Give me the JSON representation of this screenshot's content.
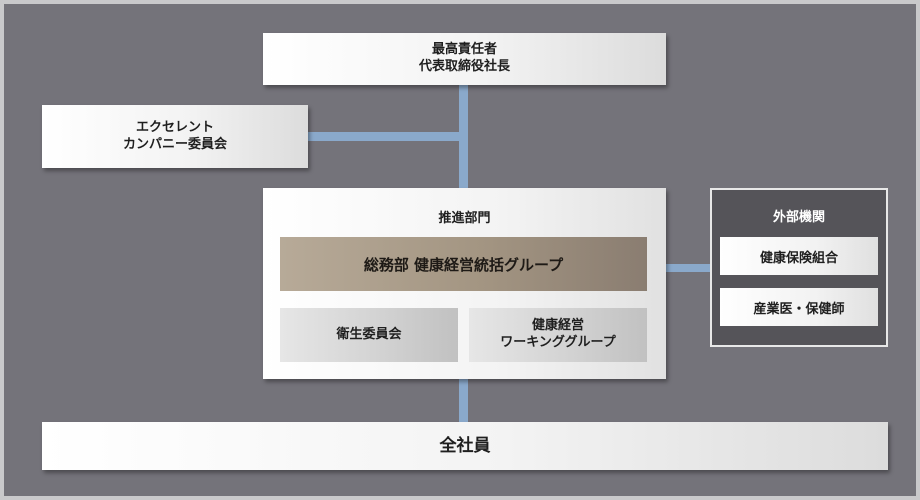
{
  "top": {
    "lines": [
      "最高責任者",
      "代表取締役社長"
    ]
  },
  "excellent_committee": {
    "lines": [
      "エクセレント",
      "カンパニー委員会"
    ]
  },
  "promotion": {
    "title": "推進部門",
    "general_affairs": "総務部 健康経営統括グループ",
    "sanitation_committee": "衛生委員会",
    "health_wg": {
      "lines": [
        "健康経営",
        "ワーキンググループ"
      ]
    }
  },
  "external": {
    "title": "外部機関",
    "items": [
      "健康保険組合",
      "産業医・保健師"
    ]
  },
  "all_employees": "全社員",
  "colors": {
    "background": "#74737a",
    "connector": "#8aa9cb",
    "accent_bar": "#a39582",
    "external_panel": "#555459"
  }
}
